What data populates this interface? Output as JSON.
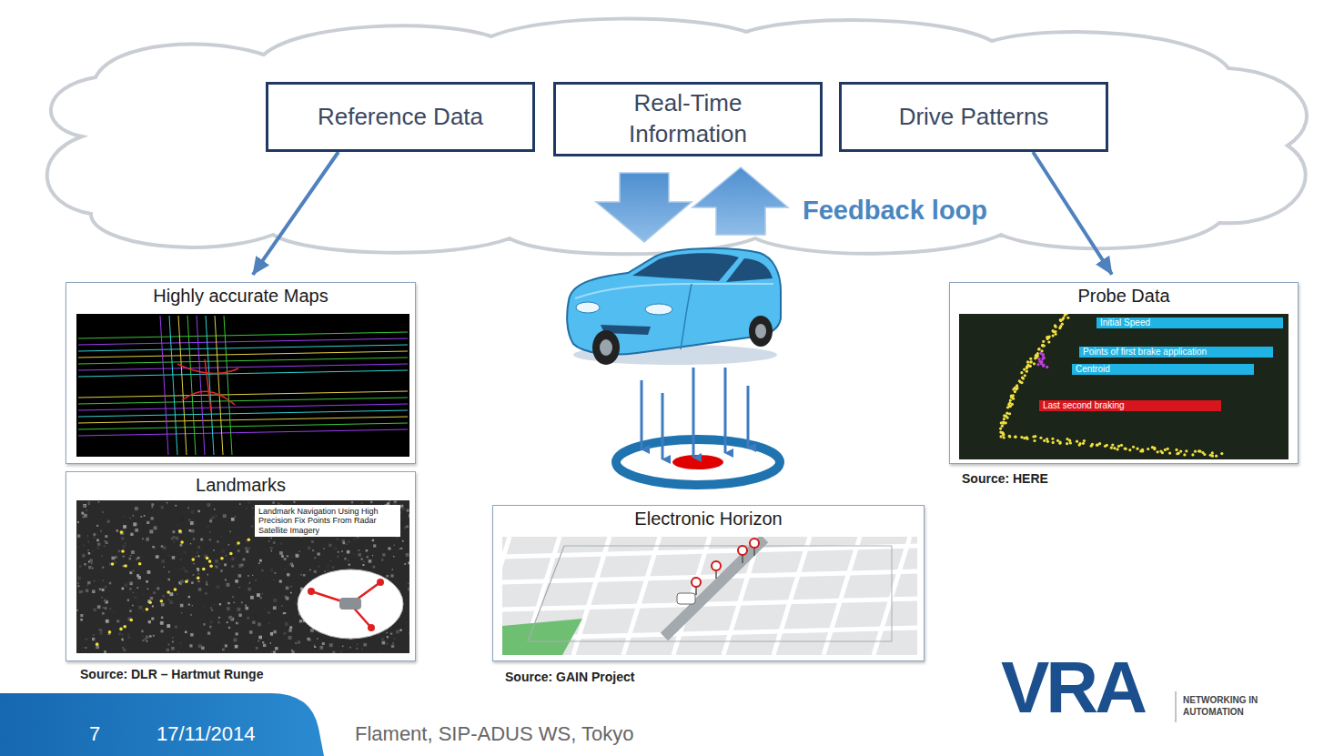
{
  "diagram": {
    "nodes": [
      {
        "text": [
          "Reference Data"
        ]
      },
      {
        "text": [
          "Real-Time Information"
        ]
      },
      {
        "text": [
          "Drive Patterns"
        ]
      },
      {
        "text": [
          "Highly accurate Maps"
        ]
      },
      {
        "text": [
          "Landmarks"
        ]
      },
      {
        "text": [
          "Electronic Horizon"
        ]
      },
      {
        "text": [
          "Probe Data"
        ]
      }
    ],
    "edges": [
      {
        "from": 0,
        "to": 3,
        "arrow": "to"
      },
      {
        "from": 2,
        "to": 6,
        "arrow": "to"
      }
    ],
    "labels": [
      "Feedback loop",
      "Initial Speed",
      "Points of first brake application",
      "Centroid",
      "Last second braking",
      "Source: HERE",
      "Landmark Navigation Using High Precision Fix Points From Radar Satellite Imagery",
      "Source: DLR – Hartmut Runge",
      "Source: GAIN Project",
      "VRA",
      "NETWORKING IN AUTOMATION",
      "7",
      "17/11/2014",
      "Flament, SIP-ADUS WS, Tokyo"
    ]
  }
}
